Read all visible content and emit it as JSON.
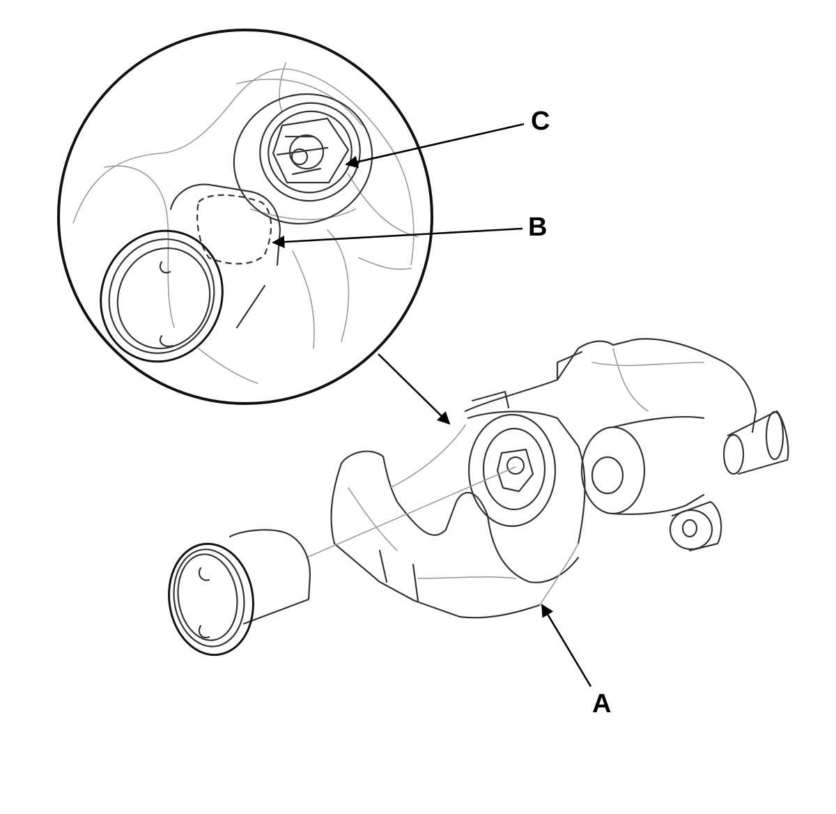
{
  "callouts": {
    "a": "A",
    "b": "B",
    "c": "C"
  },
  "colors": {
    "line": "#111111",
    "light_line": "#9a9a9a",
    "background": "#ffffff"
  }
}
